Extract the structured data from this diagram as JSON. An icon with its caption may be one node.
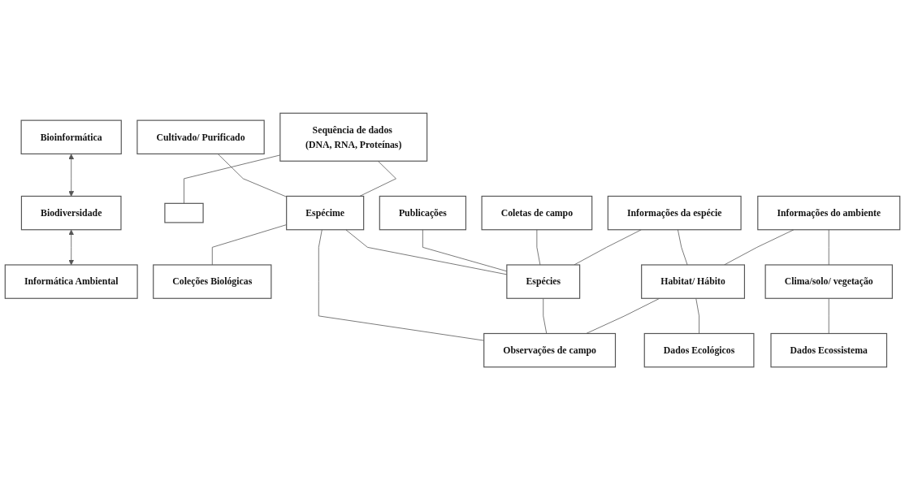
{
  "diagram": {
    "nodes": [
      {
        "text": [
          "Bioinformática"
        ]
      },
      {
        "text": [
          "Biodiversidade"
        ]
      },
      {
        "text": [
          "Informática Ambiental"
        ]
      },
      {
        "text": [
          "Cultivado/ Purificado"
        ]
      },
      {
        "text": [
          "Publicações"
        ]
      },
      {
        "text": [
          "Coletas de campo"
        ]
      },
      {
        "text": [
          "Informações da espécie"
        ]
      },
      {
        "text": [
          "Informações do ambiente"
        ]
      },
      {
        "text": [
          "Sequência de dados (DNA, RNA, Proteínas)"
        ]
      },
      {
        "text": [
          "Espécime"
        ]
      },
      {
        "text": [
          "Espécies"
        ]
      },
      {
        "text": [
          "Habitat/ Hábito"
        ]
      },
      {
        "text": [
          "Clima/solo/ vegetação"
        ]
      },
      {
        "text": [],
        "shape": "box"
      },
      {
        "text": [
          "Coleções Biológicas"
        ]
      },
      {
        "text": [
          "Observações de campo"
        ]
      },
      {
        "text": [
          "Dados Ecológicos"
        ]
      },
      {
        "text": [
          "Dados Ecossistema"
        ]
      }
    ],
    "edges": [
      {
        "from": 0,
        "to": 1,
        "arrow": "both"
      },
      {
        "from": 1,
        "to": 2,
        "arrow": "both"
      },
      {
        "from": 3,
        "to": 9,
        "arrow": "none"
      },
      {
        "from": 8,
        "to": 9,
        "arrow": "none"
      },
      {
        "from": 8,
        "to": 13,
        "arrow": "none"
      },
      {
        "from": 9,
        "to": 14,
        "arrow": "none"
      },
      {
        "from": 9,
        "to": 10,
        "arrow": "none"
      },
      {
        "from": 9,
        "to": 15,
        "arrow": "none"
      },
      {
        "from": 4,
        "to": 10,
        "arrow": "none"
      },
      {
        "from": 5,
        "to": 10,
        "arrow": "none"
      },
      {
        "from": 6,
        "to": 10,
        "arrow": "none"
      },
      {
        "from": 10,
        "to": 15,
        "arrow": "none"
      },
      {
        "from": 6,
        "to": 11,
        "arrow": "none"
      },
      {
        "from": 7,
        "to": 11,
        "arrow": "none"
      },
      {
        "from": 7,
        "to": 12,
        "arrow": "none"
      },
      {
        "from": 11,
        "to": 15,
        "arrow": "none"
      },
      {
        "from": 11,
        "to": 16,
        "arrow": "none"
      },
      {
        "from": 12,
        "to": 17,
        "arrow": "none"
      }
    ]
  }
}
